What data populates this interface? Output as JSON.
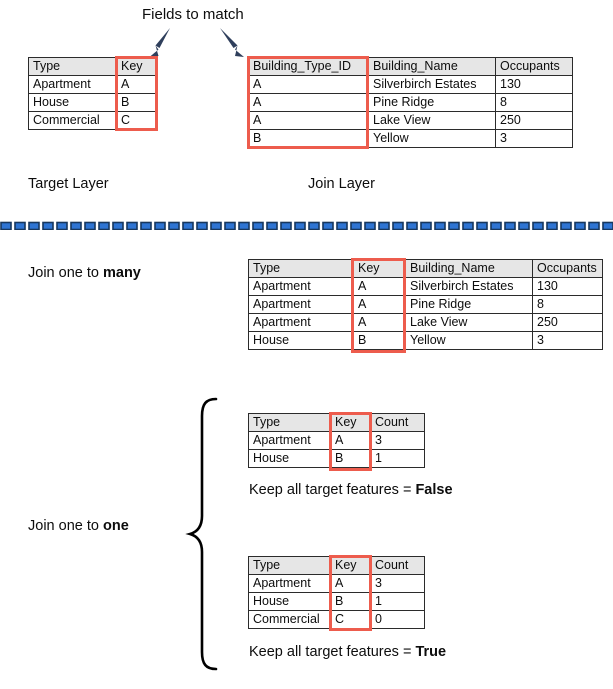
{
  "diagram": {
    "title": "Fields to match",
    "labels": {
      "target_layer": "Target Layer",
      "join_layer": "Join Layer",
      "join_one_to_many_prefix": "Join one to ",
      "join_one_to_many_emphasis": "many",
      "join_one_to_one_prefix": "Join one to ",
      "join_one_to_one_emphasis": "one",
      "keep_all_prefix": "Keep all target features = ",
      "keep_all_false": "False",
      "keep_all_true": "True"
    },
    "colors": {
      "highlight_red": "#ed5c4d",
      "arrow_navy": "#2f3f5c",
      "divider_blue": "#2e74d3",
      "divider_blue_dark": "#17375e",
      "header_gray": "#e6e6e6",
      "border_dark": "#2b2b2b",
      "text": "#0d0d0d"
    },
    "icons": {
      "arrow_left": "arrow-down-left-icon",
      "arrow_right": "arrow-down-right-icon",
      "brace": "curly-brace-icon",
      "divider": "dashed-divider-icon"
    }
  },
  "target_table": {
    "headers": [
      "Type",
      "Key"
    ],
    "rows": [
      [
        "Apartment",
        "A"
      ],
      [
        "House",
        "B"
      ],
      [
        "Commercial",
        "C"
      ]
    ]
  },
  "join_table": {
    "headers": [
      "Building_Type_ID",
      "Building_Name",
      "Occupants"
    ],
    "rows": [
      [
        "A",
        "Silverbirch Estates",
        "130"
      ],
      [
        "A",
        "Pine Ridge",
        "8"
      ],
      [
        "A",
        "Lake View",
        "250"
      ],
      [
        "B",
        "Yellow",
        "3"
      ]
    ]
  },
  "one_to_many_table": {
    "headers": [
      "Type",
      "Key",
      "Building_Name",
      "Occupants"
    ],
    "rows": [
      [
        "Apartment",
        "A",
        "Silverbirch Estates",
        "130"
      ],
      [
        "Apartment",
        "A",
        "Pine Ridge",
        "8"
      ],
      [
        "Apartment",
        "A",
        "Lake View",
        "250"
      ],
      [
        "House",
        "B",
        "Yellow",
        "3"
      ]
    ]
  },
  "one_to_one_false_table": {
    "headers": [
      "Type",
      "Key",
      "Count"
    ],
    "rows": [
      [
        "Apartment",
        "A",
        "3"
      ],
      [
        "House",
        "B",
        "1"
      ]
    ]
  },
  "one_to_one_true_table": {
    "headers": [
      "Type",
      "Key",
      "Count"
    ],
    "rows": [
      [
        "Apartment",
        "A",
        "3"
      ],
      [
        "House",
        "B",
        "1"
      ],
      [
        "Commercial",
        "C",
        "0"
      ]
    ]
  }
}
